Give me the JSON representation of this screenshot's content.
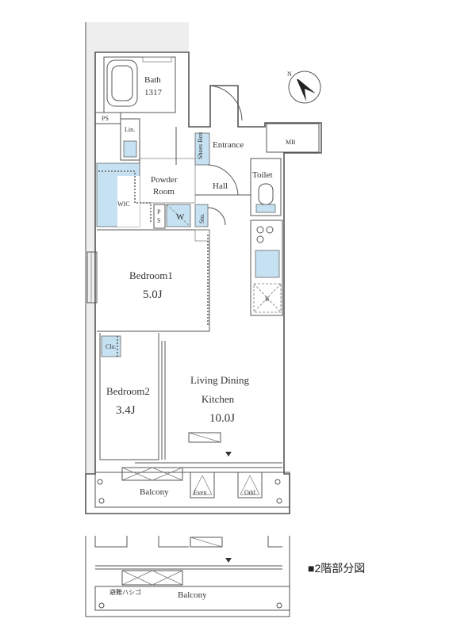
{
  "rooms": {
    "bath": {
      "name": "Bath",
      "size": "1317"
    },
    "ps_top": "PS",
    "lin": "Lin.",
    "shoes_box": "Shoes Box",
    "entrance": "Entrance",
    "mb": "MB",
    "toilet": "Toilet",
    "powder_room": {
      "line1": "Powder",
      "line2": "Room"
    },
    "hall": "Hall",
    "wic": "WIC",
    "ps_small": {
      "p": "P",
      "s": "S"
    },
    "w": "W",
    "sto": "Sto.",
    "refrigerator": "R",
    "bedroom1": {
      "name": "Bedroom1",
      "area": "5.0J"
    },
    "clo": "Clo.",
    "bedroom2": {
      "name": "Bedroom2",
      "area": "3.4J"
    },
    "ldk": {
      "line1": "Living Dining",
      "line2": "Kitchen",
      "area": "10.0J"
    },
    "balcony": "Balcony",
    "even": "Even",
    "odd": "Odd"
  },
  "second_floor": {
    "legend": "■2階部分図",
    "evac_ladder": "避難ハシゴ",
    "balcony": "Balcony"
  },
  "compass": {
    "label": "N"
  }
}
